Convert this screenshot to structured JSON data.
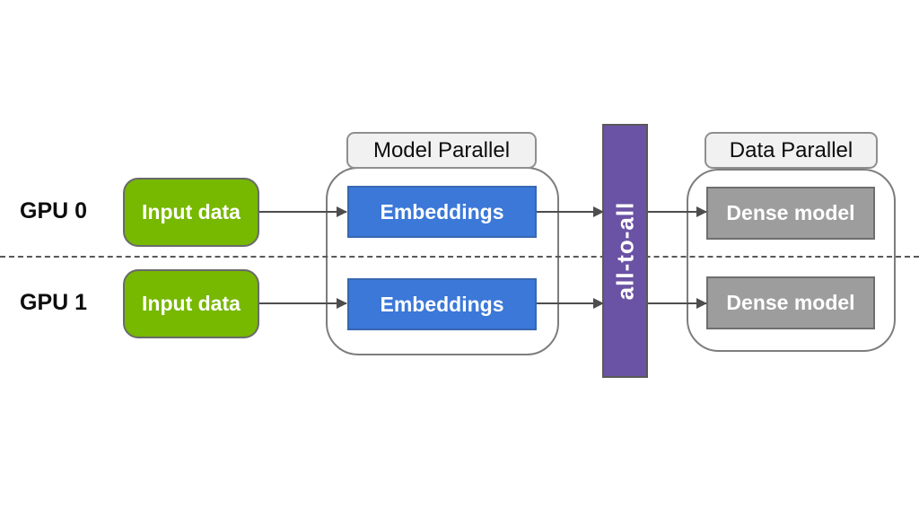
{
  "diagram": {
    "gpu_rows": [
      {
        "gpu": "GPU 0",
        "input": "Input data",
        "embedding": "Embeddings",
        "dense": "Dense model"
      },
      {
        "gpu": "GPU 1",
        "input": "Input data",
        "embedding": "Embeddings",
        "dense": "Dense model"
      }
    ],
    "model_parallel_label": "Model Parallel",
    "data_parallel_label": "Data Parallel",
    "all_to_all_label": "all-to-all",
    "colors": {
      "input_box_fill": "#77b800",
      "embedding_box_fill": "#3b78d8",
      "dense_box_fill": "#9d9d9d",
      "all_to_all_fill": "#6a52a4",
      "group_label_fill": "#f1f1f1",
      "container_border": "#7d7d7d",
      "arrow_and_divider": "#4d4d4d",
      "box_text": "#ffffff",
      "label_text": "#0d0d0d",
      "background": "#ffffff"
    }
  }
}
